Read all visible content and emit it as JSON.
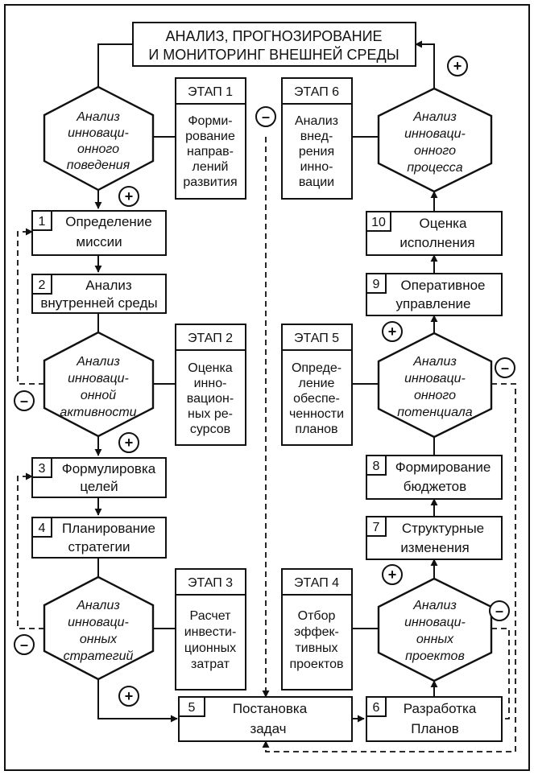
{
  "title": [
    "АНАЛИЗ, ПРОГНОЗИРОВАНИЕ",
    "И МОНИТОРИНГ ВНЕШНЕЙ СРЕДЫ"
  ],
  "stages": [
    {
      "label": "ЭТАП 1",
      "text": [
        "Форми-",
        "рование",
        "направ-",
        "лений",
        "развития"
      ]
    },
    {
      "label": "ЭТАП 2",
      "text": [
        "Оценка",
        "инно-",
        "вацион-",
        "ных ре-",
        "сурсов"
      ]
    },
    {
      "label": "ЭТАП 3",
      "text": [
        "Расчет",
        "инвести-",
        "ционных",
        "затрат"
      ]
    },
    {
      "label": "ЭТАП 4",
      "text": [
        "Отбор",
        "эффек-",
        "тивных",
        "проектов"
      ]
    },
    {
      "label": "ЭТАП 5",
      "text": [
        "Опреде-",
        "ление",
        "обеспе-",
        "ченности",
        "планов"
      ]
    },
    {
      "label": "ЭТАП 6",
      "text": [
        "Анализ",
        "внед-",
        "рения",
        "инно-",
        "вации"
      ]
    }
  ],
  "analyses": [
    {
      "text": [
        "Анализ",
        "инноваци-",
        "онного",
        "поведения"
      ]
    },
    {
      "text": [
        "Анализ",
        "инноваци-",
        "онной",
        "активности"
      ]
    },
    {
      "text": [
        "Анализ",
        "инноваци-",
        "онных",
        "стратегий"
      ]
    },
    {
      "text": [
        "Анализ",
        "инноваци-",
        "онных",
        "проектов"
      ]
    },
    {
      "text": [
        "Анализ",
        "инноваци-",
        "онного",
        "потенциала"
      ]
    },
    {
      "text": [
        "Анализ",
        "инноваци-",
        "онного",
        "процесса"
      ]
    }
  ],
  "steps": [
    {
      "num": "1",
      "text": [
        "Определение",
        "миссии"
      ]
    },
    {
      "num": "2",
      "text": [
        "Анализ",
        "внутренней среды"
      ]
    },
    {
      "num": "3",
      "text": [
        "Формулировка",
        "целей"
      ]
    },
    {
      "num": "4",
      "text": [
        "Планирование",
        "стратегии"
      ]
    },
    {
      "num": "5",
      "text": [
        "Постановка",
        "задач"
      ]
    },
    {
      "num": "6",
      "text": [
        "Разработка",
        "Планов"
      ]
    },
    {
      "num": "7",
      "text": [
        "Структурные",
        "изменения"
      ]
    },
    {
      "num": "8",
      "text": [
        "Формирование",
        "бюджетов"
      ]
    },
    {
      "num": "9",
      "text": [
        "Оперативное",
        "управление"
      ]
    },
    {
      "num": "10",
      "text": [
        "Оценка",
        "исполнения"
      ]
    }
  ],
  "signs": {
    "plus": "+",
    "minus": "–"
  }
}
